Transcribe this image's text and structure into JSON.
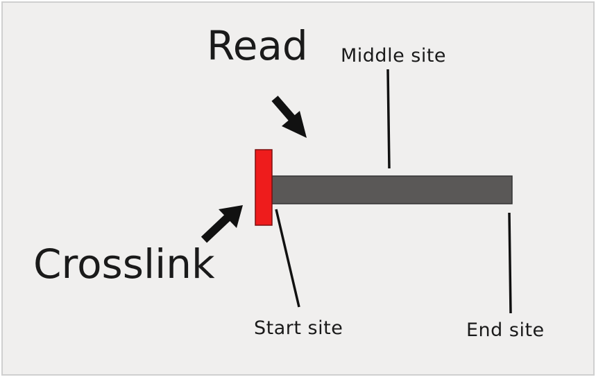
{
  "labels": {
    "read": "Read",
    "middle_site": "Middle site",
    "crosslink": "Crosslink",
    "start_site": "Start site",
    "end_site": "End site"
  },
  "colors": {
    "background": "#f0efee",
    "border": "#cfcfcf",
    "crosslink_block": "#ee1c1c",
    "read_bar": "#5a5857",
    "arrows_and_lines": "#111111",
    "text": "#1a1a1a"
  }
}
